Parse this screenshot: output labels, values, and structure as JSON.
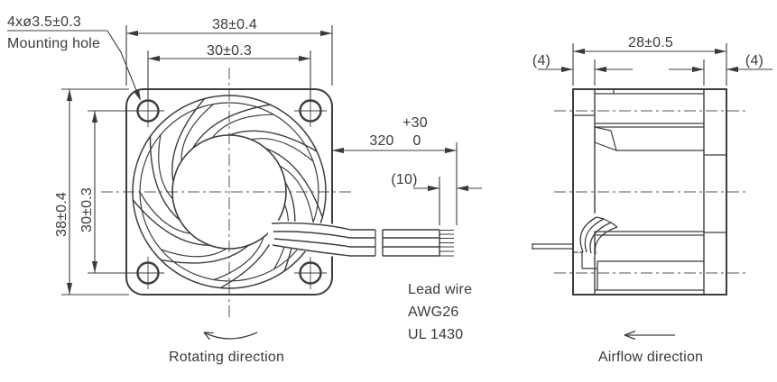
{
  "drawing": {
    "title_hint": "axial fan outline drawing",
    "colors": {
      "line": "#3d3d3d",
      "text": "#3a3a3a",
      "background": "#ffffff"
    },
    "front_view": {
      "mounting_hole_note": {
        "spec": "4xø3.5±0.3",
        "label": "Mounting hole"
      },
      "dim_width_outer": "38±0.4",
      "dim_width_holes": "30±0.3",
      "dim_height_outer": "38±0.4",
      "dim_height_holes": "30±0.3",
      "rotating_direction_label": "Rotating direction"
    },
    "lead_wire": {
      "dim_length": "320",
      "tolerance_plus": "+30",
      "tolerance_minus": "0",
      "dim_strip_length": "(10)",
      "note_line1": "Lead wire",
      "note_line2": "AWG26",
      "note_line3": "UL 1430"
    },
    "side_view": {
      "dim_depth": "28±0.5",
      "dim_flange_left": "(4)",
      "dim_flange_right": "(4)",
      "airflow_direction_label": "Airflow direction"
    }
  }
}
